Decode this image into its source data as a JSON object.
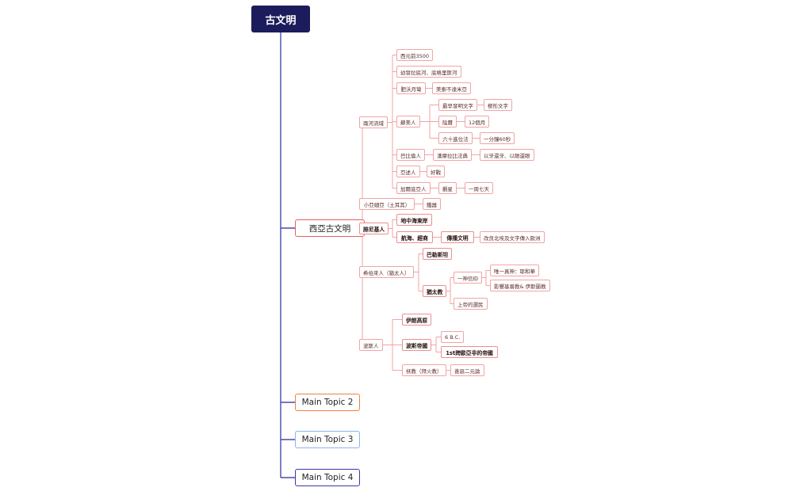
{
  "central": "古文明",
  "main_topics": [
    "西亞古文明",
    "Main Topic 2",
    "Main Topic 3",
    "Main Topic 4"
  ],
  "colors": {
    "central_bg": "#1c1c5c",
    "branch_line": "#4a4aa8",
    "sub_line": "#f3a3a3",
    "topic1": "#e55f5f",
    "topic2": "#f08040",
    "topic3": "#8fb1f0",
    "topic4": "#3a38a8"
  },
  "nodes": {
    "n1": "兩河流域",
    "n1a": "西元前3500",
    "n1b": "幼發拉底河、底格里斯河",
    "n1c": "肥沃月彎",
    "n1c1": "美索不達米亞",
    "n1d": "蘇美人",
    "n1d1": "最早發明文字",
    "n1d1a": "楔形文字",
    "n1d2": "陰曆",
    "n1d2a": "12個月",
    "n1d3": "六十進位法",
    "n1d3a": "一分鐘60秒",
    "n1e": "巴比倫人",
    "n1e1": "漢摩拉比法典",
    "n1e1a": "以牙還牙、以眼還眼",
    "n1f": "亞述人",
    "n1f1": "好戰",
    "n1g": "加爾底亞人",
    "n1g1": "觀星",
    "n1g1a": "一周七天",
    "n2": "小亞細亞（土耳其）",
    "n2a": "鐵器",
    "n3": "腓尼基人",
    "n3a": "地中海東岸",
    "n3b": "航海、經商",
    "n3b1": "傳播文明",
    "n3b1a": "改良北埃及文字傳入歐洲",
    "n4": "希伯來人（猶太人）",
    "n4a": "巴勒斯坦",
    "n4b": "猶太教",
    "n4b1": "一神信仰",
    "n4b1a": "唯一真神：耶和華",
    "n4b1b": "影響基督教& 伊斯蘭教",
    "n4b2": "上帝的選民",
    "n5": "波斯人",
    "n5a": "伊朗高原",
    "n5b": "波斯帝國",
    "n5b1": "6 B.C.",
    "n5b2": "1st跨歐亞非的帝國",
    "n5c": "祆教（拜火教）",
    "n5c1": "善惡二元論"
  }
}
